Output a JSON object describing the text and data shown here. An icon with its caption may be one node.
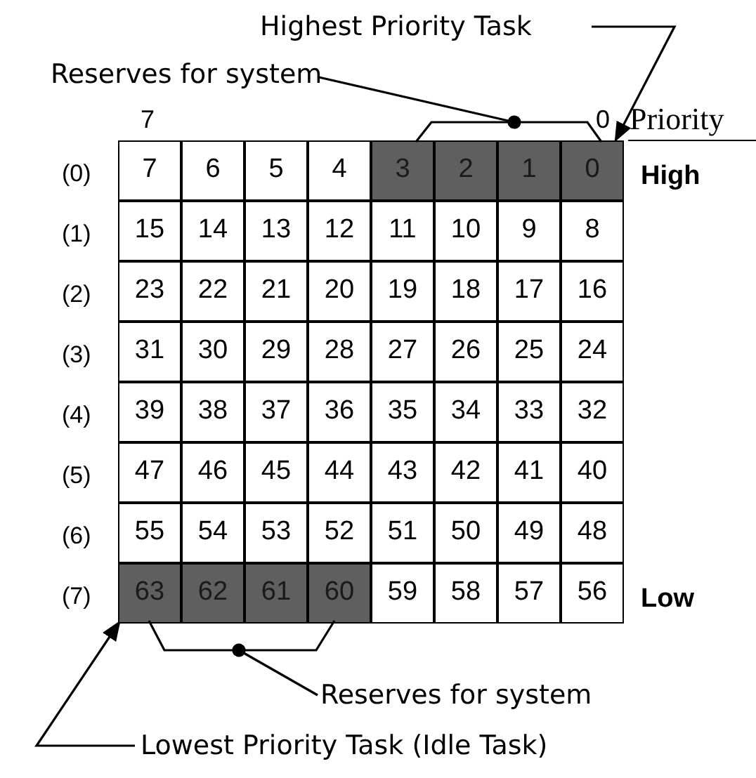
{
  "diagram": {
    "nodes": [
      {
        "text": [
          "Highest Priority Task"
        ]
      },
      {
        "text": [
          "Reserves for system"
        ]
      },
      {
        "text": [
          "7"
        ]
      },
      {
        "text": [
          "6"
        ]
      },
      {
        "text": [
          "5"
        ]
      },
      {
        "text": [
          "4"
        ]
      },
      {
        "text": [
          "3"
        ]
      },
      {
        "text": [
          "2"
        ]
      },
      {
        "text": [
          "1"
        ]
      },
      {
        "text": [
          "0"
        ]
      },
      {
        "text": [
          "15"
        ]
      },
      {
        "text": [
          "14"
        ]
      },
      {
        "text": [
          "13"
        ]
      },
      {
        "text": [
          "12"
        ]
      },
      {
        "text": [
          "11"
        ]
      },
      {
        "text": [
          "10"
        ]
      },
      {
        "text": [
          "9"
        ]
      },
      {
        "text": [
          "8"
        ]
      },
      {
        "text": [
          "23"
        ]
      },
      {
        "text": [
          "22"
        ]
      },
      {
        "text": [
          "21"
        ]
      },
      {
        "text": [
          "20"
        ]
      },
      {
        "text": [
          "19"
        ]
      },
      {
        "text": [
          "18"
        ]
      },
      {
        "text": [
          "17"
        ]
      },
      {
        "text": [
          "16"
        ]
      },
      {
        "text": [
          "31"
        ]
      },
      {
        "text": [
          "30"
        ]
      },
      {
        "text": [
          "29"
        ]
      },
      {
        "text": [
          "28"
        ]
      },
      {
        "text": [
          "27"
        ]
      },
      {
        "text": [
          "26"
        ]
      },
      {
        "text": [
          "25"
        ]
      },
      {
        "text": [
          "24"
        ]
      },
      {
        "text": [
          "39"
        ]
      },
      {
        "text": [
          "38"
        ]
      },
      {
        "text": [
          "37"
        ]
      },
      {
        "text": [
          "36"
        ]
      },
      {
        "text": [
          "35"
        ]
      },
      {
        "text": [
          "34"
        ]
      },
      {
        "text": [
          "33"
        ]
      },
      {
        "text": [
          "32"
        ]
      },
      {
        "text": [
          "47"
        ]
      },
      {
        "text": [
          "46"
        ]
      },
      {
        "text": [
          "45"
        ]
      },
      {
        "text": [
          "44"
        ]
      },
      {
        "text": [
          "43"
        ]
      },
      {
        "text": [
          "42"
        ]
      },
      {
        "text": [
          "41"
        ]
      },
      {
        "text": [
          "40"
        ]
      },
      {
        "text": [
          "55"
        ]
      },
      {
        "text": [
          "54"
        ]
      },
      {
        "text": [
          "53"
        ]
      },
      {
        "text": [
          "52"
        ]
      },
      {
        "text": [
          "51"
        ]
      },
      {
        "text": [
          "50"
        ]
      },
      {
        "text": [
          "49"
        ]
      },
      {
        "text": [
          "48"
        ]
      },
      {
        "text": [
          "63"
        ]
      },
      {
        "text": [
          "62"
        ]
      },
      {
        "text": [
          "61"
        ]
      },
      {
        "text": [
          "60"
        ]
      },
      {
        "text": [
          "59"
        ]
      },
      {
        "text": [
          "58"
        ]
      },
      {
        "text": [
          "57"
        ]
      },
      {
        "text": [
          "56"
        ]
      },
      {
        "text": [
          "Reserves for system"
        ]
      },
      {
        "text": [
          "Lowest Priority Task (Idle Task)"
        ]
      },
      {
        "text": [],
        "shape": "bracket"
      },
      {
        "text": [],
        "shape": "bracket"
      }
    ],
    "edges": [
      {
        "from": 0,
        "to": 9,
        "arrow": "to"
      },
      {
        "from": 1,
        "to": 68,
        "arrow": "other"
      },
      {
        "from": 66,
        "to": 69,
        "arrow": "other"
      },
      {
        "from": 67,
        "to": 58,
        "arrow": "to"
      }
    ],
    "labels": [
      "7",
      "0",
      "Priority",
      "(0)",
      "High",
      "(1)",
      "(2)",
      "(3)",
      "(4)",
      "(5)",
      "(6)",
      "(7)",
      "Low"
    ]
  }
}
